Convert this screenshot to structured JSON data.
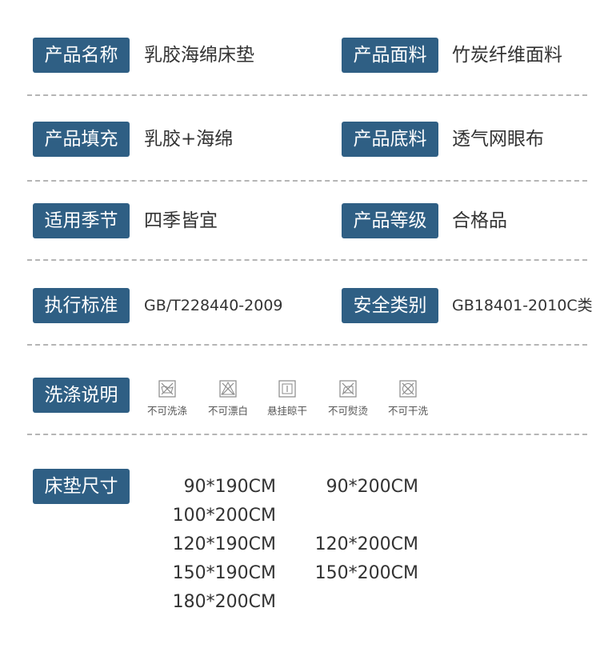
{
  "rows": [
    {
      "left_label": "产品名称",
      "left_value": "乳胶海绵床垫",
      "right_label": "产品面料",
      "right_value": "竹炭纤维面料"
    },
    {
      "left_label": "产品填充",
      "left_value": "乳胶+海绵",
      "right_label": "产品底料",
      "right_value": "透气网眼布"
    },
    {
      "left_label": "适用季节",
      "left_value": "四季皆宜",
      "right_label": "产品等级",
      "right_value": "合格品"
    },
    {
      "left_label": "执行标准",
      "left_value": "GB/T228440-2009",
      "right_label": "安全类别",
      "right_value": "GB18401-2010C类"
    }
  ],
  "washing": {
    "label": "洗涤说明",
    "items": [
      {
        "caption": "不可洗涤",
        "icon": "no-wash-icon"
      },
      {
        "caption": "不可漂白",
        "icon": "no-bleach-icon"
      },
      {
        "caption": "悬挂晾干",
        "icon": "hang-dry-icon"
      },
      {
        "caption": "不可熨烫",
        "icon": "no-iron-icon"
      },
      {
        "caption": "不可干洗",
        "icon": "no-dry-clean-icon"
      }
    ]
  },
  "sizes": {
    "label": "床垫尺寸",
    "rows": [
      {
        "left": "90*190CM",
        "right": "90*200CM"
      },
      {
        "left": "100*200CM",
        "right": ""
      },
      {
        "left": "120*190CM",
        "right": "120*200CM"
      },
      {
        "left": "150*190CM",
        "right": "150*200CM"
      },
      {
        "left": "180*200CM",
        "right": ""
      }
    ]
  },
  "colors": {
    "label_bg": "#2f5f84",
    "divider": "#b5b5b5"
  }
}
